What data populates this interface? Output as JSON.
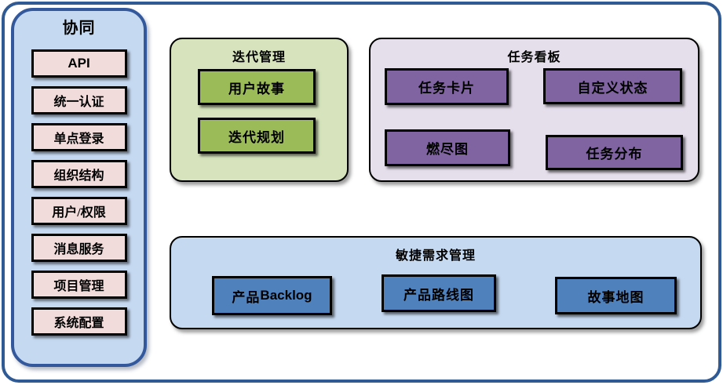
{
  "sidebar": {
    "title": "协同",
    "items": [
      "API",
      "统一认证",
      "单点登录",
      "组织结构",
      "用户/权限",
      "消息服务",
      "项目管理",
      "系统配置"
    ]
  },
  "iteration": {
    "title": "迭代管理",
    "items": [
      "用户故事",
      "迭代规划"
    ]
  },
  "taskboard": {
    "title": "任务看板",
    "items": [
      "任务卡片",
      "自定义状态",
      "燃尽图",
      "任务分布"
    ]
  },
  "agile": {
    "title": "敏捷需求管理",
    "items": [
      {
        "zh": "产品",
        "latin": "Backlog"
      },
      {
        "zh": "产品路线图",
        "latin": ""
      },
      {
        "zh": "故事地图",
        "latin": ""
      }
    ]
  },
  "colors": {
    "frame_border": "#2f5a94",
    "panel_fill": "#c5d9f1",
    "panel_border": "#33589b",
    "panel_item_fill": "#f2dcdb",
    "iteration_fill": "#d6e3bc",
    "iteration_item_fill": "#9bbb59",
    "taskboard_fill": "#e5dfec",
    "taskboard_item_fill": "#8064a2",
    "agile_fill": "#c5d9f1",
    "agile_item_fill": "#4f81bd",
    "box_border": "#000000"
  }
}
